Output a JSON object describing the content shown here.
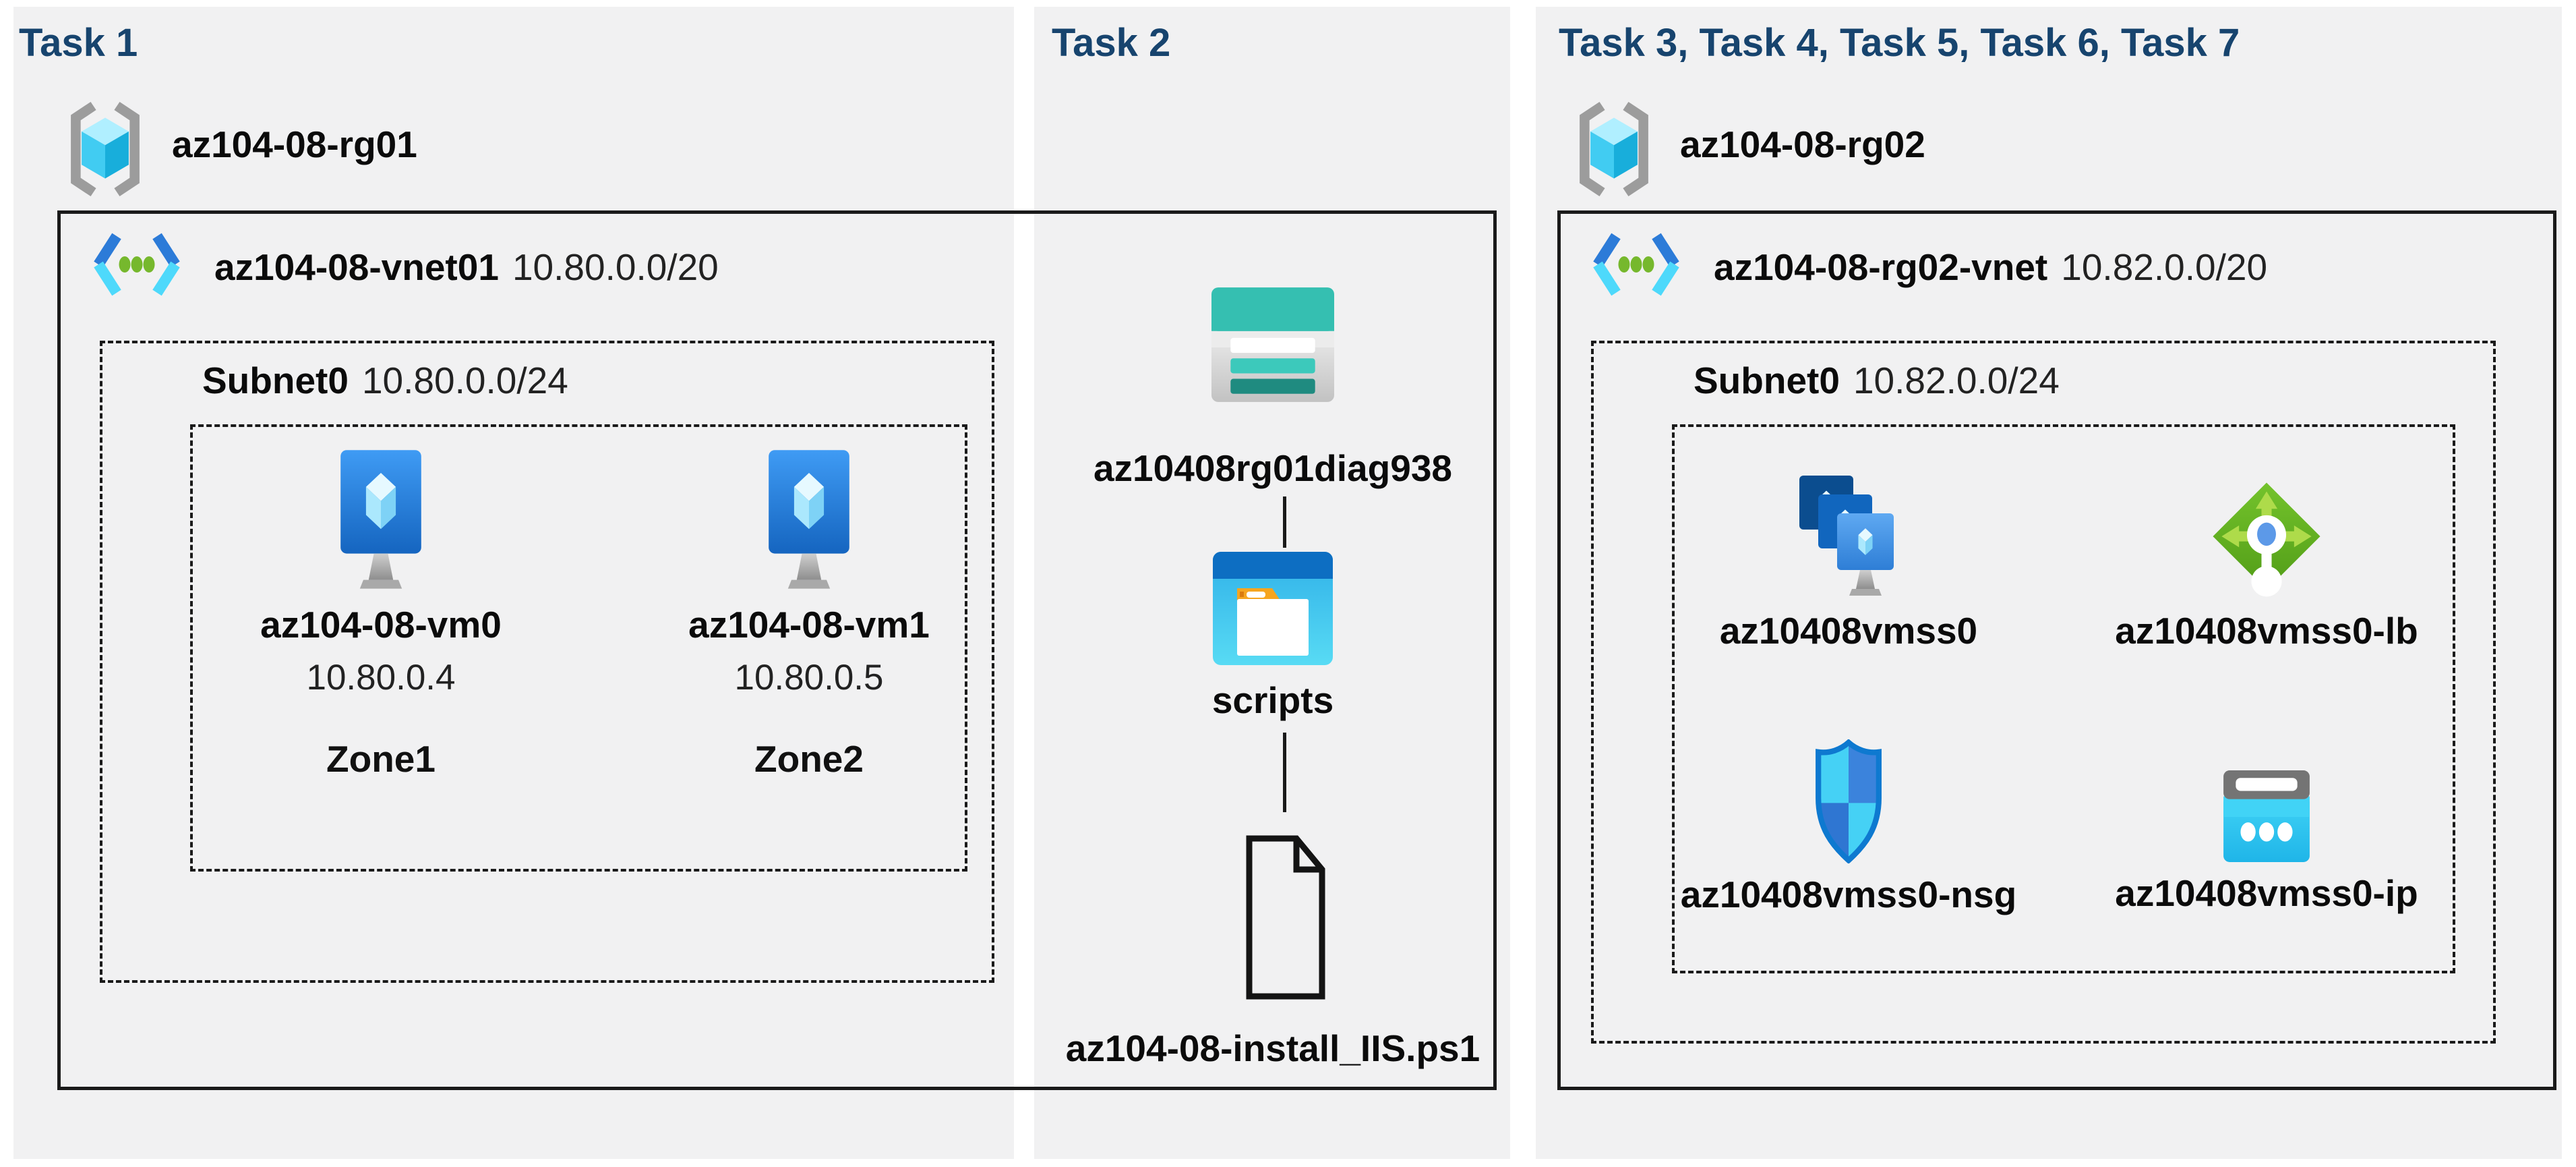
{
  "colors": {
    "page_bg": "#ffffff",
    "panel_bg": "#f1f1f2",
    "title": "#17446e",
    "line": "#1a1a1a",
    "vnet_blue": "#2c7bd8",
    "vnet_cyan": "#4ed9fb",
    "lb_green": "#64b32a",
    "storage_teal": "#35bfb1"
  },
  "task1": {
    "title": "Task 1",
    "rg_name": "az104-08-rg01",
    "vnet_name": "az104-08-vnet01",
    "vnet_cidr": "10.80.0.0/20",
    "subnet_name": "Subnet0",
    "subnet_cidr": "10.80.0.0/24",
    "vm0": {
      "name": "az104-08-vm0",
      "ip": "10.80.0.4",
      "zone": "Zone1"
    },
    "vm1": {
      "name": "az104-08-vm1",
      "ip": "10.80.0.5",
      "zone": "Zone2"
    }
  },
  "task2": {
    "title": "Task 2",
    "storage_name": "az10408rg01diag938",
    "container_name": "scripts",
    "file_name": "az104-08-install_IIS.ps1"
  },
  "task3": {
    "title": "Task 3, Task 4, Task 5, Task 6, Task 7",
    "rg_name": "az104-08-rg02",
    "vnet_name": "az104-08-rg02-vnet",
    "vnet_cidr": "10.82.0.0/20",
    "subnet_name": "Subnet0",
    "subnet_cidr": "10.82.0.0/24",
    "vmss": {
      "name": "az10408vmss0"
    },
    "lb": {
      "name": "az10408vmss0-lb"
    },
    "nsg": {
      "name": "az10408vmss0-nsg"
    },
    "ip": {
      "name": "az10408vmss0-ip"
    }
  }
}
